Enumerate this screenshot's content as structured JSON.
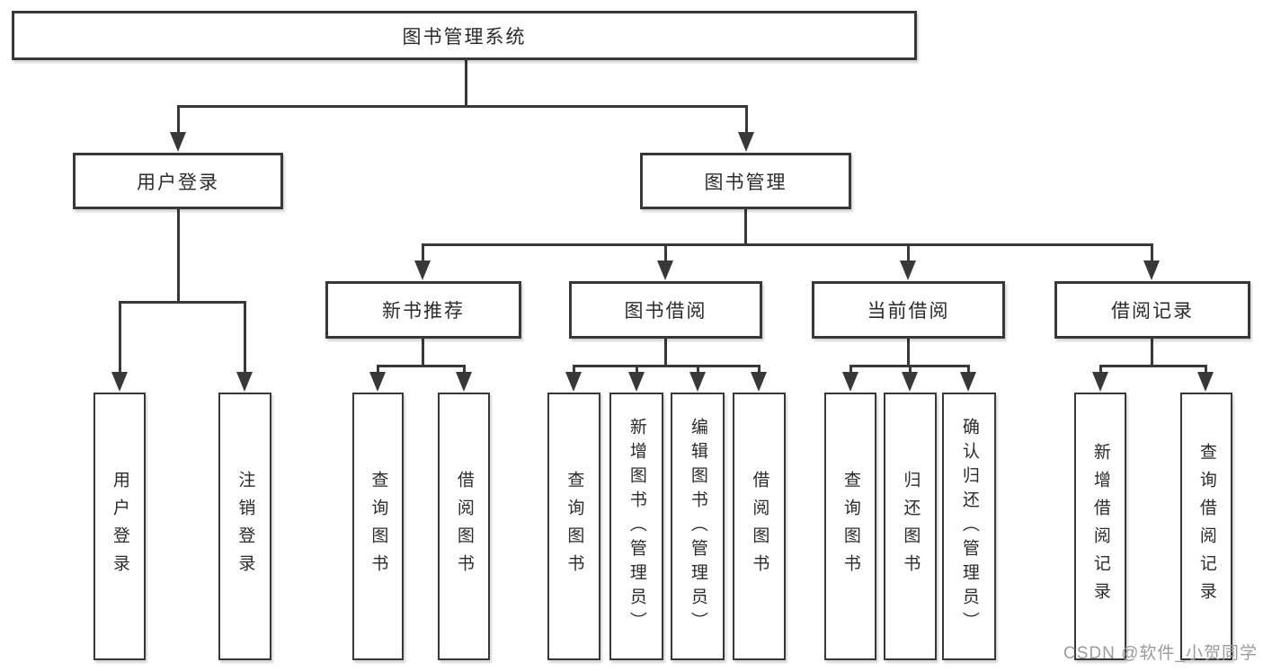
{
  "diagram": {
    "root": {
      "label": "图书管理系统"
    },
    "level2": [
      {
        "label": "用户登录"
      },
      {
        "label": "图书管理"
      }
    ],
    "categories": [
      {
        "label": "新书推荐"
      },
      {
        "label": "图书借阅"
      },
      {
        "label": "当前借阅"
      },
      {
        "label": "借阅记录"
      }
    ],
    "leaves": [
      {
        "label": "用户登录"
      },
      {
        "label": "注销登录"
      },
      {
        "label": "查询图书"
      },
      {
        "label": "借阅图书"
      },
      {
        "label": "查询图书"
      },
      {
        "label": "新增图书（管理员）"
      },
      {
        "label": "编辑图书（管理员）"
      },
      {
        "label": "借阅图书"
      },
      {
        "label": "查询图书"
      },
      {
        "label": "归还图书"
      },
      {
        "label": "确认归还（管理员）"
      },
      {
        "label": "新增借阅记录"
      },
      {
        "label": "查询借阅记录"
      }
    ]
  },
  "watermark": {
    "text": "CSDN @软件_小贺同学"
  },
  "colors": {
    "line": "#383838",
    "box_border": "#383838",
    "text": "#2b2b2b",
    "watermark": "#9b9b9b",
    "background": "#ffffff"
  }
}
